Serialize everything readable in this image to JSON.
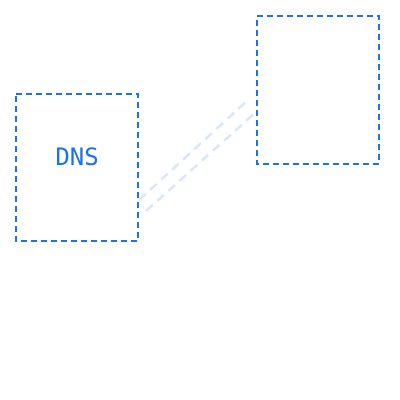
{
  "diagram": {
    "accent_color": "#1a73e8",
    "connector_color": "#d6e6fb",
    "nodes": [
      {
        "id": "dns",
        "label": "DNS"
      },
      {
        "id": "unlabeled",
        "label": ""
      }
    ],
    "connector": {
      "from": "dns",
      "to": "unlabeled",
      "style": "dashed-double"
    }
  }
}
